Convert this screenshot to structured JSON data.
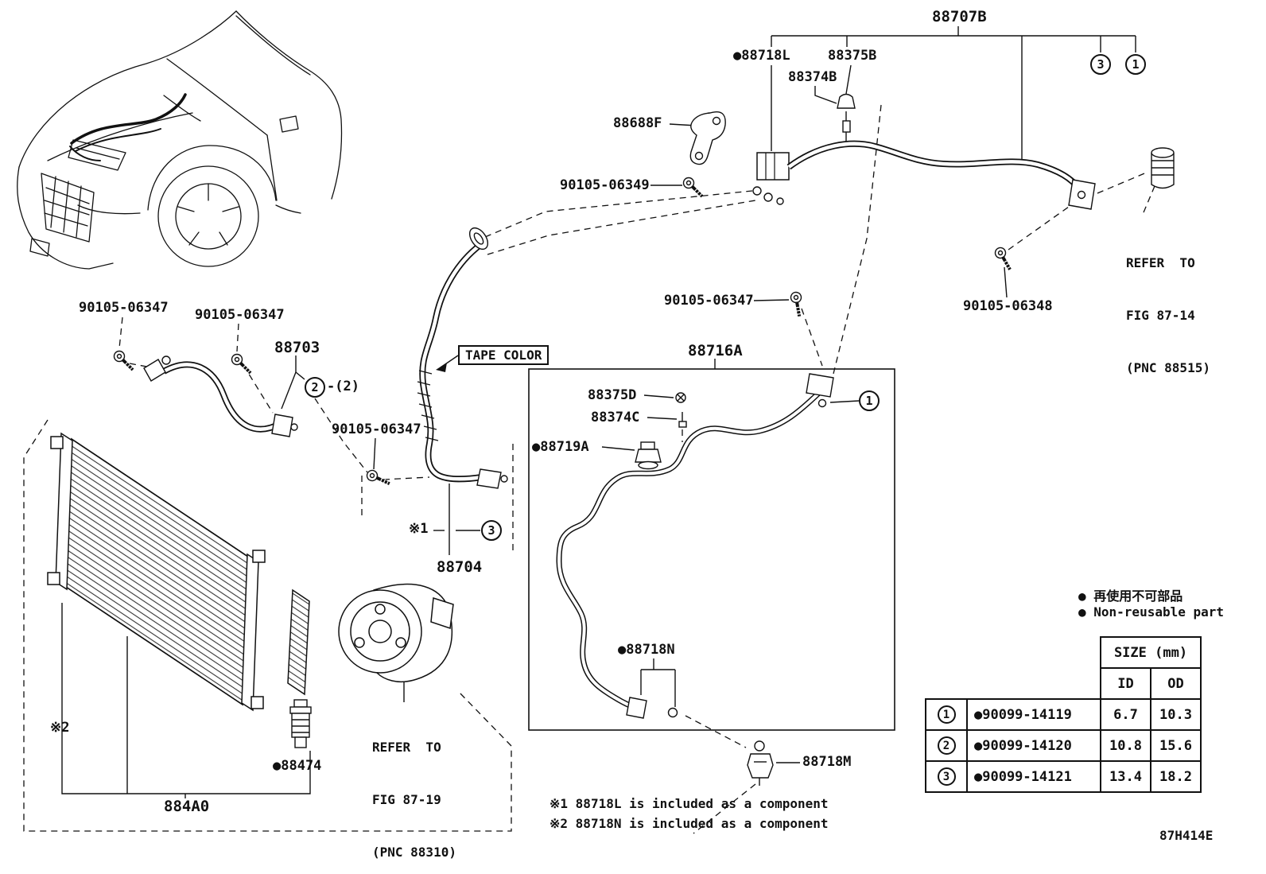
{
  "diagram": {
    "code": "87H414E",
    "tape_color": "TAPE COLOR"
  },
  "labels": {
    "p88707b": "88707B",
    "p88718l": "●88718L",
    "p88375b": "88375B",
    "p88374b": "88374B",
    "p88688f": "88688F",
    "p90105_06349": "90105-06349",
    "p90105_06347_a": "90105-06347",
    "p90105_06347_b": "90105-06347",
    "p90105_06347_c": "90105-06347",
    "p90105_06347_d": "90105-06347",
    "p90105_06348": "90105-06348",
    "p88703": "88703",
    "p88703_qty": "-(2)",
    "p88704": "88704",
    "p88716a": "88716A",
    "p88375d": "88375D",
    "p88374c": "88374C",
    "p88719a": "●88719A",
    "p88474": "●88474",
    "p884a0": "884A0",
    "p88718n": "●88718N",
    "p88718m": "88718M",
    "star1": "※1",
    "star2": "※2"
  },
  "refer_blocks": {
    "fig_87_14": [
      "REFER  TO",
      "FIG 87-14",
      "(PNC 88515)"
    ],
    "fig_87_19": [
      "REFER  TO",
      "FIG 87-19",
      "(PNC 88310)"
    ]
  },
  "callouts": {
    "n1": "1",
    "n2": "2",
    "n3": "3"
  },
  "legend": {
    "jp": "● 再使用不可部品",
    "en": "● Non-reusable part"
  },
  "notes": [
    "※1 88718L is included as a component",
    "※2 88718N is included as a component"
  ],
  "size_table": {
    "size_header": "SIZE (mm)",
    "id_header": "ID",
    "od_header": "OD",
    "rows": [
      {
        "num": "1",
        "part": "●90099-14119",
        "id": "6.7",
        "od": "10.3"
      },
      {
        "num": "2",
        "part": "●90099-14120",
        "id": "10.8",
        "od": "15.6"
      },
      {
        "num": "3",
        "part": "●90099-14121",
        "id": "13.4",
        "od": "18.2"
      }
    ]
  }
}
